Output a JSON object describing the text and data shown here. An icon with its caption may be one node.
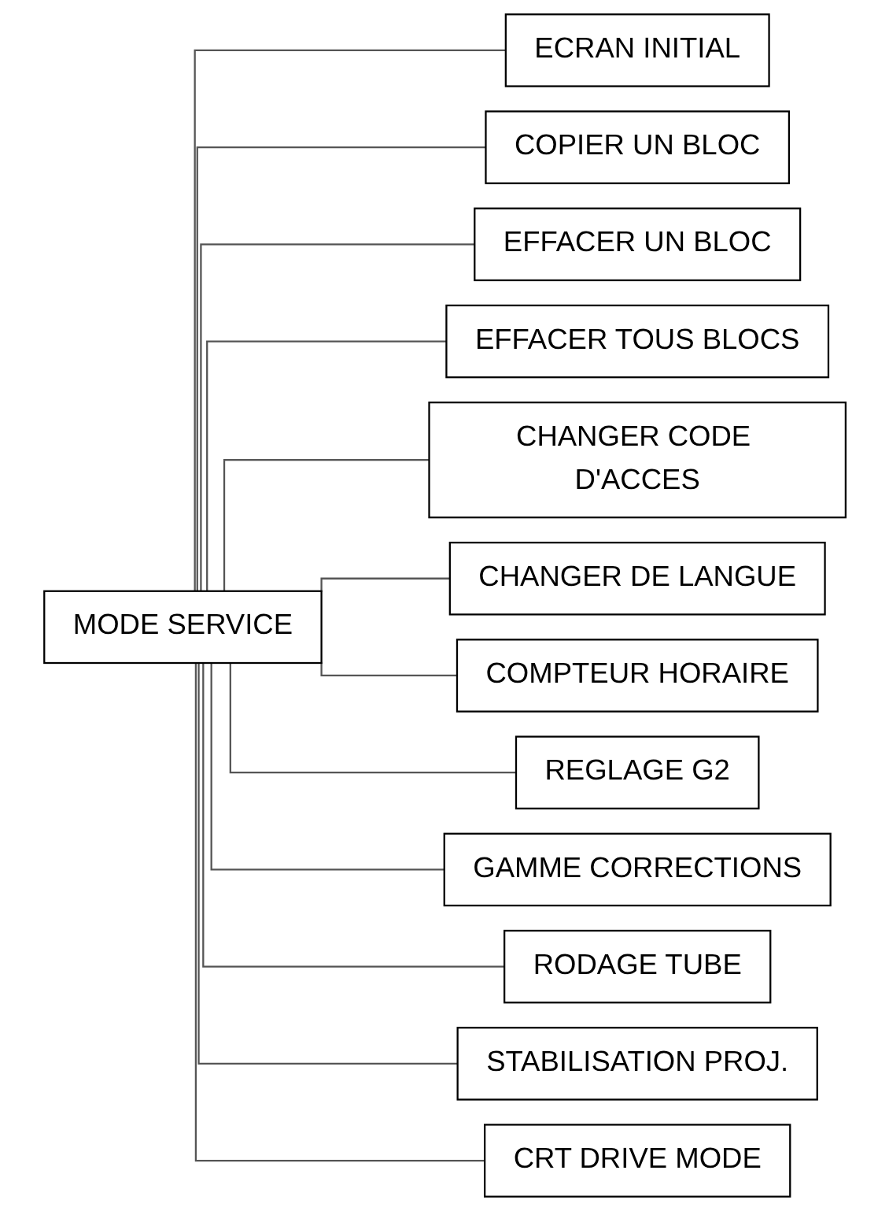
{
  "diagram": {
    "nodes": [
      {
        "text": [
          "MODE SERVICE"
        ]
      },
      {
        "text": [
          "ECRAN INITIAL"
        ]
      },
      {
        "text": [
          "COPIER UN BLOC"
        ]
      },
      {
        "text": [
          "EFFACER UN BLOC"
        ]
      },
      {
        "text": [
          "EFFACER TOUS BLOCS"
        ]
      },
      {
        "text": [
          "CHANGER CODE D'ACCES"
        ]
      },
      {
        "text": [
          "CHANGER DE LANGUE"
        ]
      },
      {
        "text": [
          "COMPTEUR HORAIRE"
        ]
      },
      {
        "text": [
          "REGLAGE G2"
        ]
      },
      {
        "text": [
          "GAMME CORRECTIONS"
        ]
      },
      {
        "text": [
          "RODAGE TUBE"
        ]
      },
      {
        "text": [
          "STABILISATION PROJ."
        ]
      },
      {
        "text": [
          "CRT DRIVE MODE"
        ]
      }
    ],
    "edges": [
      {
        "from": 0,
        "to": 1,
        "arrow": "none"
      },
      {
        "from": 0,
        "to": 2,
        "arrow": "none"
      },
      {
        "from": 0,
        "to": 3,
        "arrow": "none"
      },
      {
        "from": 0,
        "to": 4,
        "arrow": "none"
      },
      {
        "from": 0,
        "to": 5,
        "arrow": "none"
      },
      {
        "from": 0,
        "to": 6,
        "arrow": "none"
      },
      {
        "from": 0,
        "to": 7,
        "arrow": "none"
      },
      {
        "from": 0,
        "to": 8,
        "arrow": "none"
      },
      {
        "from": 0,
        "to": 9,
        "arrow": "none"
      },
      {
        "from": 0,
        "to": 10,
        "arrow": "none"
      },
      {
        "from": 0,
        "to": 11,
        "arrow": "none"
      },
      {
        "from": 0,
        "to": 12,
        "arrow": "none"
      }
    ]
  }
}
